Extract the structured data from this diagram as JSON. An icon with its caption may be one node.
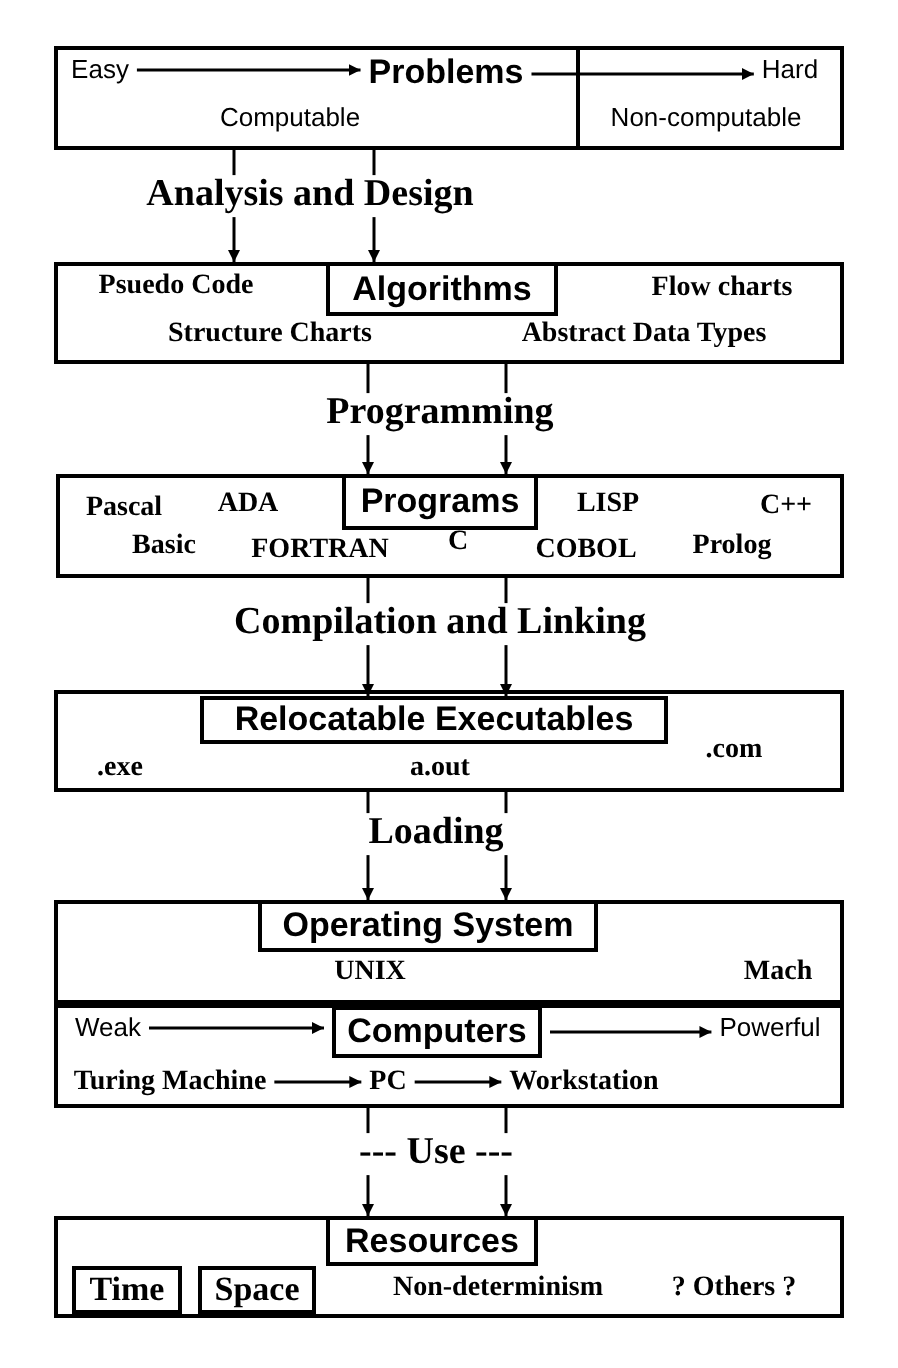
{
  "diagram": {
    "nodes": [
      {
        "text": [],
        "shape": "box"
      },
      {
        "text": [
          "Easy"
        ],
        "in": 0
      },
      {
        "text": [
          "Problems"
        ],
        "in": 0
      },
      {
        "text": [
          "Hard"
        ],
        "in": 0
      },
      {
        "text": [],
        "shape": "box"
      },
      {
        "text": [
          "Algorithms"
        ],
        "in": 4
      },
      {
        "text": [],
        "shape": "box"
      },
      {
        "text": [
          "Programs"
        ],
        "in": 6
      },
      {
        "text": [],
        "shape": "box"
      },
      {
        "text": [
          "Relocatable Executables"
        ],
        "in": 8
      },
      {
        "text": [],
        "shape": "box"
      },
      {
        "text": [
          "Operating System"
        ],
        "in": 10
      },
      {
        "text": [],
        "shape": "box"
      },
      {
        "text": [
          "Weak"
        ],
        "in": 12
      },
      {
        "text": [
          "Computers"
        ],
        "in": 12
      },
      {
        "text": [
          "Powerful"
        ],
        "in": 12
      },
      {
        "text": [
          "Turing Machine"
        ],
        "in": 12
      },
      {
        "text": [
          "PC"
        ],
        "in": 12
      },
      {
        "text": [
          "Workstation"
        ],
        "in": 12
      },
      {
        "text": [],
        "shape": "box"
      },
      {
        "text": [
          "Resources"
        ],
        "in": 19
      },
      {
        "text": [
          "Time"
        ],
        "in": 19
      },
      {
        "text": [
          "Space"
        ],
        "in": 19
      }
    ],
    "edges": [
      {
        "from": 1,
        "to": 2,
        "arrow": "to"
      },
      {
        "from": 2,
        "to": 3,
        "arrow": "to"
      },
      {
        "from": 0,
        "to": 4,
        "arrow": "to",
        "label": "Analysis and Design"
      },
      {
        "from": 0,
        "to": 5,
        "arrow": "to"
      },
      {
        "from": 4,
        "to": 7,
        "arrow": "to",
        "label": "Programming"
      },
      {
        "from": 4,
        "to": 7,
        "arrow": "to"
      },
      {
        "from": 6,
        "to": 9,
        "arrow": "to",
        "label": "Compilation and Linking"
      },
      {
        "from": 6,
        "to": 9,
        "arrow": "to"
      },
      {
        "from": 8,
        "to": 11,
        "arrow": "to",
        "label": "Loading"
      },
      {
        "from": 8,
        "to": 11,
        "arrow": "to"
      },
      {
        "from": 13,
        "to": 14,
        "arrow": "to"
      },
      {
        "from": 14,
        "to": 15,
        "arrow": "to"
      },
      {
        "from": 16,
        "to": 17,
        "arrow": "to"
      },
      {
        "from": 17,
        "to": 18,
        "arrow": "to"
      },
      {
        "from": 12,
        "to": 20,
        "arrow": "to",
        "label": "--- Use ---"
      },
      {
        "from": 12,
        "to": 20,
        "arrow": "to"
      }
    ],
    "labels": [
      "Computable",
      "Non-computable",
      "Psuedo Code",
      "Flow charts",
      "Structure Charts",
      "Abstract Data Types",
      "Pascal",
      "ADA",
      "LISP",
      "C++",
      "Basic",
      "FORTRAN",
      "C",
      "COBOL",
      "Prolog",
      ".com",
      ".exe",
      "a.out",
      "UNIX",
      "Mach",
      "Non-determinism",
      "? Others ?"
    ]
  }
}
